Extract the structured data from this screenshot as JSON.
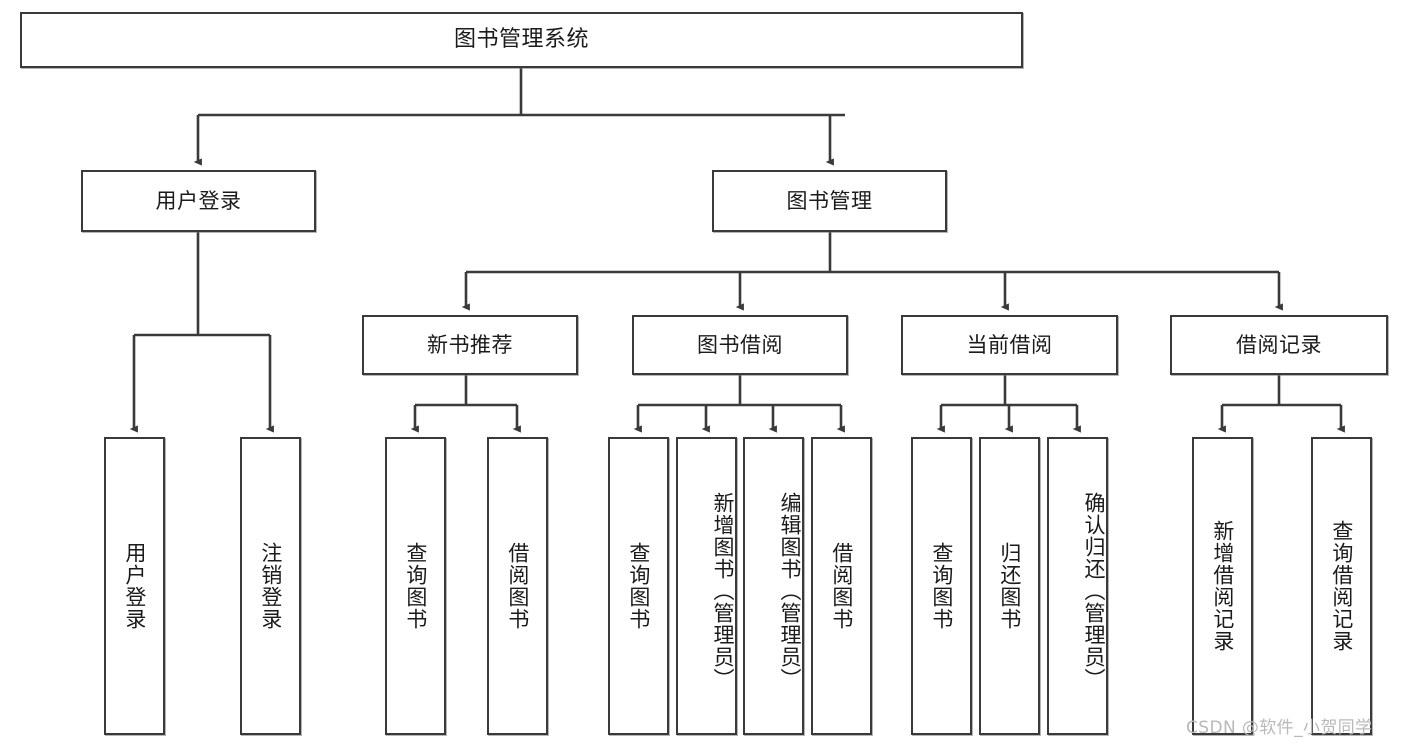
{
  "diagram": {
    "title": "图书管理系统",
    "watermark": "CSDN @软件_小贺同学",
    "stroke_color": "#3a3a3a",
    "fill_color": "#ffffff",
    "text_color": "#1b1b1b",
    "watermark_color": "#b9b9b9",
    "type": "tree-hierarchy",
    "levels": 4
  },
  "nodes": {
    "root": {
      "label": "图书管理系统"
    },
    "level2": [
      {
        "label": "用户登录"
      },
      {
        "label": "图书管理"
      }
    ],
    "level3": [
      {
        "label": "新书推荐"
      },
      {
        "label": "图书借阅"
      },
      {
        "label": "当前借阅"
      },
      {
        "label": "借阅记录"
      }
    ],
    "leaves": {
      "user_login": [
        {
          "label": "用户登录"
        },
        {
          "label": "注销登录"
        }
      ],
      "new_book_recommend": [
        {
          "label": "查询图书"
        },
        {
          "label": "借阅图书"
        }
      ],
      "book_borrow": [
        {
          "label": "查询图书"
        },
        {
          "label": "新增图书（管理员）"
        },
        {
          "label": "编辑图书（管理员）"
        },
        {
          "label": "借阅图书"
        }
      ],
      "current_borrow": [
        {
          "label": "查询图书"
        },
        {
          "label": "归还图书"
        },
        {
          "label": "确认归还（管理员）"
        }
      ],
      "borrow_record": [
        {
          "label": "新增借阅记录"
        },
        {
          "label": "查询借阅记录"
        }
      ]
    }
  }
}
